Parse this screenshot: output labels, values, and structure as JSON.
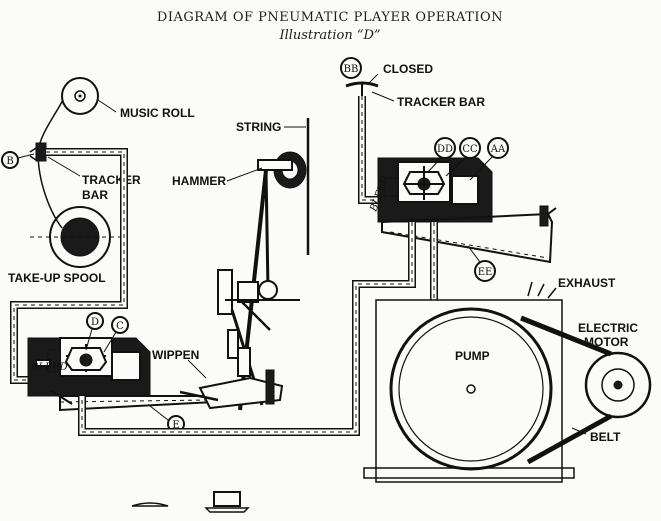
{
  "title": "DIAGRAM OF PNEUMATIC PLAYER OPERATION",
  "subtitle": "Illustration “D”",
  "labels": {
    "music_roll": "MUSIC ROLL",
    "string": "STRING",
    "tracker_bar_left_1": "TRACKER",
    "tracker_bar_left_2": "BAR",
    "hammer": "HAMMER",
    "take_up_spool": "TAKE-UP SPOOL",
    "closed": "CLOSED",
    "tracker_bar_right": "TRACKER BAR",
    "exhaust": "EXHAUST",
    "electric_1": "ELECTRIC",
    "motor": "MOTOR",
    "pump": "PUMP",
    "belt": "BELT",
    "wippen": "WIPPEN",
    "bleed_left": "BLEED",
    "bleed_right": "BLEED"
  },
  "letters": {
    "B": "B",
    "BB": "BB",
    "DD": "DD",
    "CC": "CC",
    "AA": "AA",
    "D": "D",
    "C": "C",
    "E": "E",
    "EE": "EE"
  },
  "colors": {
    "ink": "#111111",
    "paper": "#fbfbf9"
  }
}
